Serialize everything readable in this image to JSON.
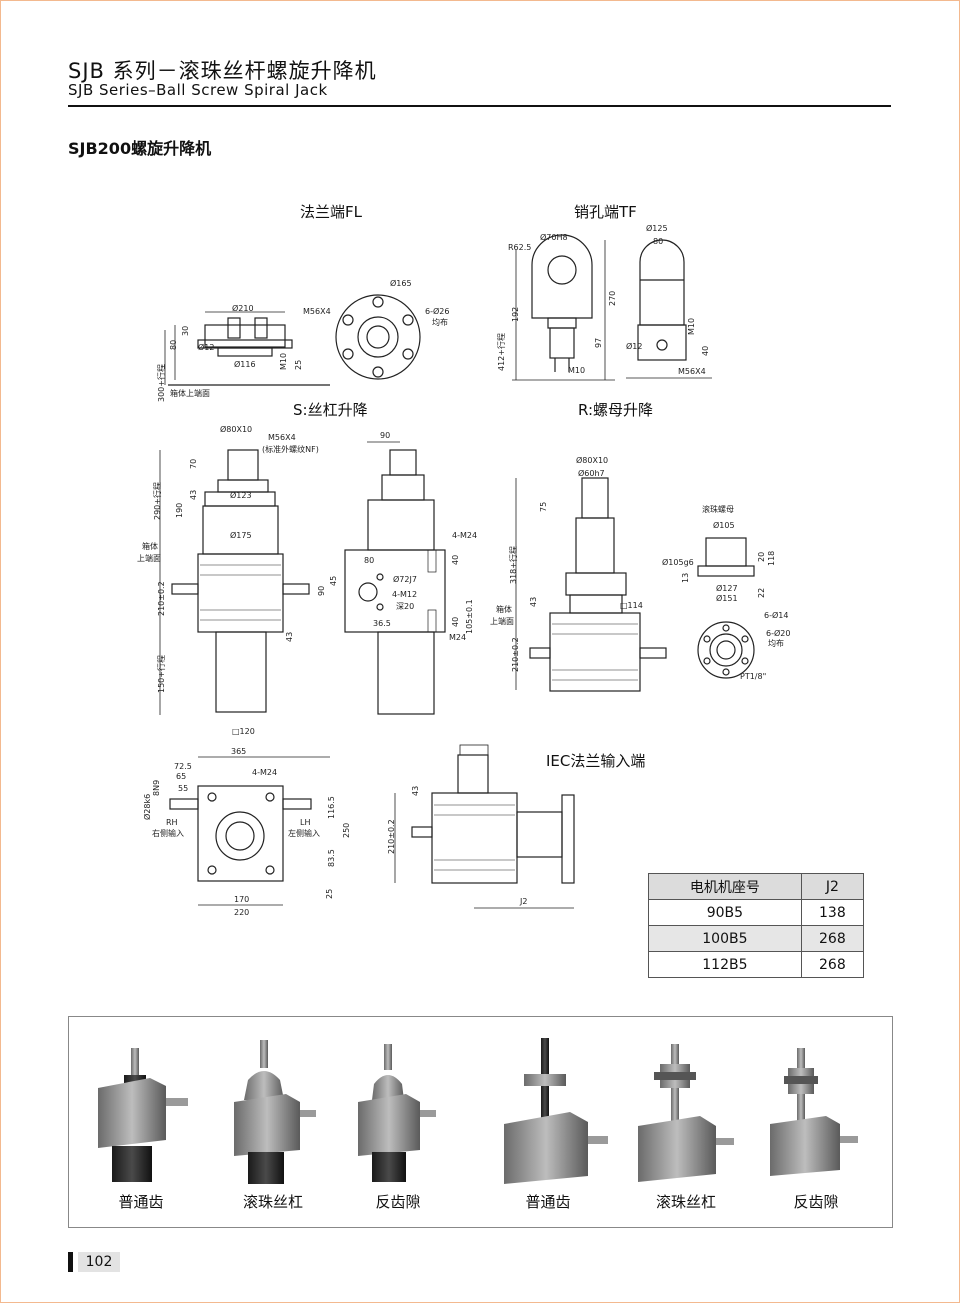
{
  "header": {
    "title_cn": "SJB 系列－滚珠丝杆螺旋升降机",
    "title_en": "SJB Series–Ball Screw Spiral Jack"
  },
  "section_title": "SJB200螺旋升降机",
  "views": {
    "flange_end": "法兰端FL",
    "pin_end": "销孔端TF",
    "screw_lift": "S:丝杠升降",
    "nut_lift": "R:螺母升降",
    "iec_flange": "IEC法兰输入端"
  },
  "dims": {
    "fl": {
      "d210": "Ø210",
      "d12": "Ø12",
      "d116": "Ø116",
      "m10": "M10",
      "d25": "25",
      "d30": "30",
      "d80": "80",
      "stroke300": "300+行程",
      "box_top": "箱体上端面",
      "m56": "M56X4",
      "d165": "Ø165",
      "holes": "6-Ø26",
      "even": "均布"
    },
    "tf": {
      "d70": "Ø70H8",
      "r62": "R62.5",
      "d412": "412+行程",
      "d192": "192",
      "d270": "270",
      "d97": "97",
      "m10": "M10",
      "d125": "Ø125",
      "d80": "80",
      "d12": "Ø12",
      "m10b": "M10",
      "d40": "40",
      "m56": "M56X4"
    },
    "s": {
      "d80x10": "Ø80X10",
      "m56": "M56X4",
      "nf": "(标准外螺纹NF)",
      "d70": "70",
      "d43": "43",
      "d123": "Ø123",
      "d190": "190",
      "d175": "Ø175",
      "stroke290": "290+行程",
      "box_top1": "箱体",
      "box_top2": "上端面",
      "d210": "210±0.2",
      "d150": "150+行程",
      "d43b": "43",
      "sq120": "□120",
      "d90": "90",
      "m24": "4-M24",
      "d80b": "80",
      "d40": "40",
      "d72": "Ø72J7",
      "d90b": "90",
      "d45": "45",
      "m12": "4-M12",
      "deep": "深20",
      "d105": "105±0.1",
      "d365": "36.5",
      "d40b": "40",
      "m24b": "M24"
    },
    "r": {
      "d80x10": "Ø80X10",
      "d60": "Ø60h7",
      "d75": "75",
      "stroke318": "318+行程",
      "box_top1": "箱体",
      "box_top2": "上端面",
      "d43": "43",
      "d210": "210±0.2",
      "sq114": "□114",
      "nut": "滚珠螺母",
      "d105a": "Ø105",
      "d105g": "Ø105g6",
      "d13": "13",
      "d127": "Ø127",
      "d151": "Ø151",
      "d20": "20",
      "d118": "118",
      "d22": "22",
      "h614": "6-Ø14",
      "h620": "6-Ø20",
      "even": "均布",
      "pt": "PT1/8\""
    },
    "bottom": {
      "d365": "365",
      "d72": "72.5",
      "d65": "65",
      "d55": "55",
      "m24": "4-M24",
      "d28": "Ø28k6",
      "n": "8N9",
      "rh": "RH",
      "rh_cn": "右侧输入",
      "lh": "LH",
      "lh_cn": "左侧输入",
      "d116": "116.5",
      "d250": "250",
      "d83": "83.5",
      "d25": "25",
      "d170": "170",
      "d220": "220",
      "d43": "43",
      "d210": "210±0.2",
      "j2": "J2"
    }
  },
  "motor_table": {
    "headers": [
      "电机机座号",
      "J2"
    ],
    "rows": [
      [
        "90B5",
        "138"
      ],
      [
        "100B5",
        "268"
      ],
      [
        "112B5",
        "268"
      ]
    ]
  },
  "photos": {
    "captions": [
      "普通齿",
      "滚珠丝杠",
      "反齿隙",
      "普通齿",
      "滚珠丝杠",
      "反齿隙"
    ]
  },
  "page_number": "102"
}
